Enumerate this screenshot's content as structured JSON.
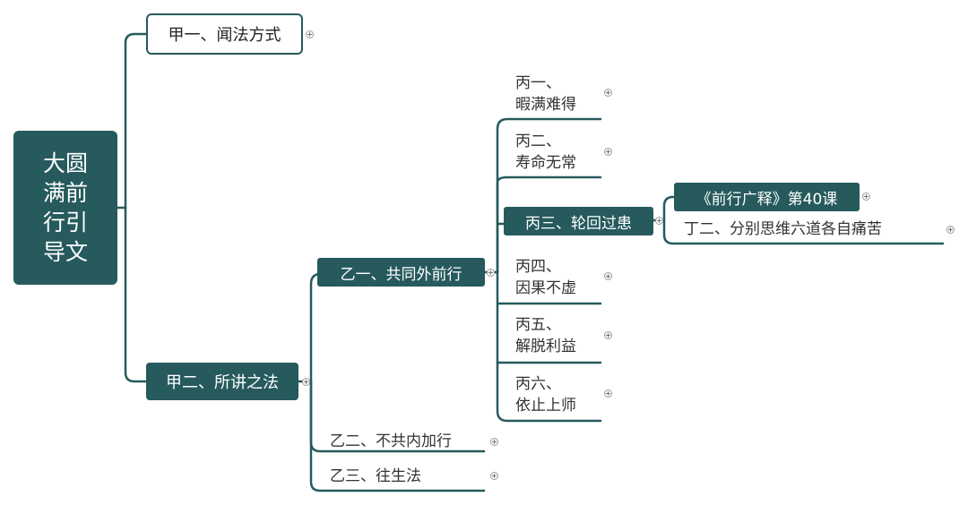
{
  "root": {
    "lines": [
      "大圆",
      "满前",
      "行引",
      "导文"
    ]
  },
  "level1": {
    "jia1": "甲一、闻法方式",
    "jia2": "甲二、所讲之法"
  },
  "level2": {
    "yi1": "乙一、共同外前行",
    "yi2": "乙二、不共内加行",
    "yi3": "乙三、往生法"
  },
  "level3": {
    "bing1": [
      "丙一、",
      "暇满难得"
    ],
    "bing2": [
      "丙二、",
      "寿命无常"
    ],
    "bing3": "丙三、轮回过患",
    "bing4": [
      "丙四、",
      "因果不虚"
    ],
    "bing5": [
      "丙五、",
      "解脱利益"
    ],
    "bing6": [
      "丙六、",
      "依止上师"
    ]
  },
  "level4": {
    "course": "《前行广释》第40课",
    "ding2": "丁二、分别思维六道各自痛苦"
  },
  "colors": {
    "node_fill": "#265a5d",
    "connector": "#265a5d",
    "text": "#333333",
    "background": "#ffffff"
  }
}
